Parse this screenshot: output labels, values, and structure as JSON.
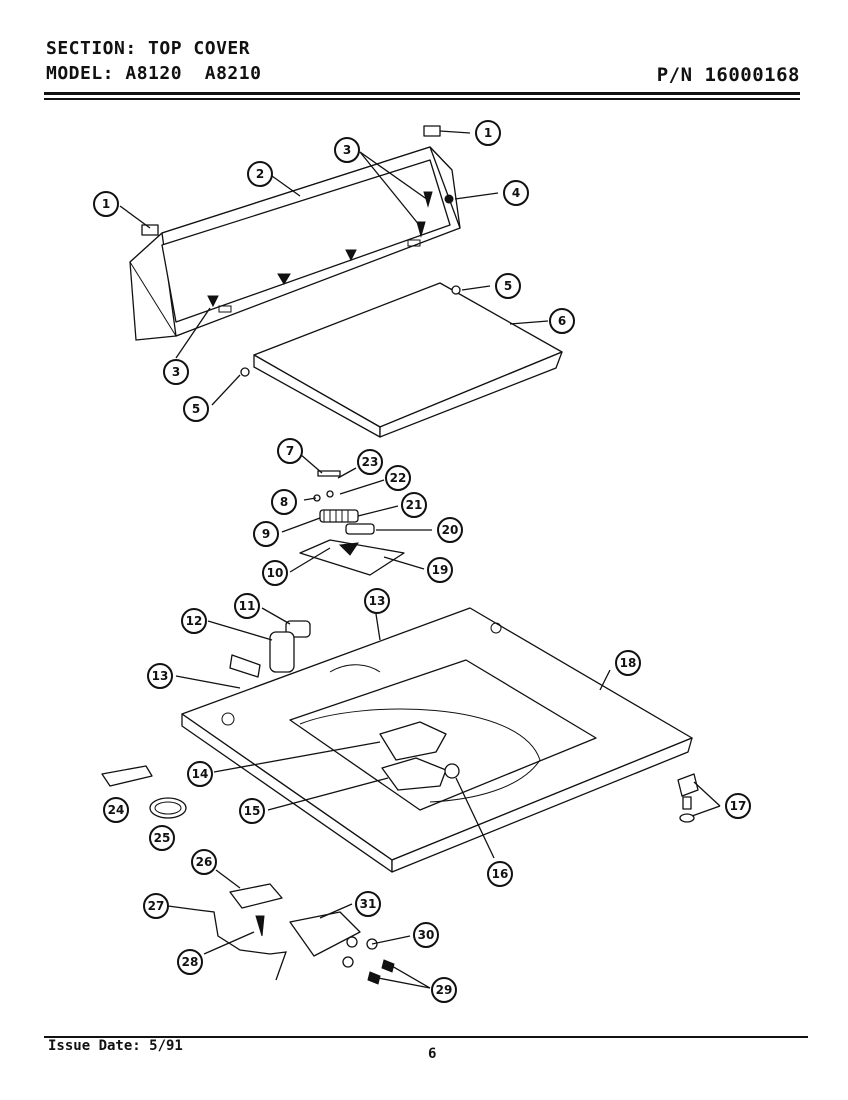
{
  "header": {
    "section_label": "SECTION:",
    "section_value": "TOP COVER",
    "model_label": "MODEL:",
    "model_values": "A8120  A8210",
    "part_number": "P/N 16000168"
  },
  "footer": {
    "issue_date": "Issue Date: 5/91",
    "page_number": "6"
  },
  "callouts": [
    {
      "id": "c1a",
      "num": "1"
    },
    {
      "id": "c1b",
      "num": "1"
    },
    {
      "id": "c2",
      "num": "2"
    },
    {
      "id": "c3a",
      "num": "3"
    },
    {
      "id": "c3b",
      "num": "3"
    },
    {
      "id": "c4",
      "num": "4"
    },
    {
      "id": "c5a",
      "num": "5"
    },
    {
      "id": "c5b",
      "num": "5"
    },
    {
      "id": "c6",
      "num": "6"
    },
    {
      "id": "c7",
      "num": "7"
    },
    {
      "id": "c8",
      "num": "8"
    },
    {
      "id": "c9",
      "num": "9"
    },
    {
      "id": "c10",
      "num": "10"
    },
    {
      "id": "c11",
      "num": "11"
    },
    {
      "id": "c12",
      "num": "12"
    },
    {
      "id": "c13a",
      "num": "13"
    },
    {
      "id": "c13b",
      "num": "13"
    },
    {
      "id": "c14",
      "num": "14"
    },
    {
      "id": "c15",
      "num": "15"
    },
    {
      "id": "c16",
      "num": "16"
    },
    {
      "id": "c17",
      "num": "17"
    },
    {
      "id": "c18",
      "num": "18"
    },
    {
      "id": "c19",
      "num": "19"
    },
    {
      "id": "c20",
      "num": "20"
    },
    {
      "id": "c21",
      "num": "21"
    },
    {
      "id": "c22",
      "num": "22"
    },
    {
      "id": "c23",
      "num": "23"
    },
    {
      "id": "c24",
      "num": "24"
    },
    {
      "id": "c25",
      "num": "25"
    },
    {
      "id": "c26",
      "num": "26"
    },
    {
      "id": "c27",
      "num": "27"
    },
    {
      "id": "c28",
      "num": "28"
    },
    {
      "id": "c29",
      "num": "29"
    },
    {
      "id": "c30",
      "num": "30"
    },
    {
      "id": "c31",
      "num": "31"
    }
  ]
}
